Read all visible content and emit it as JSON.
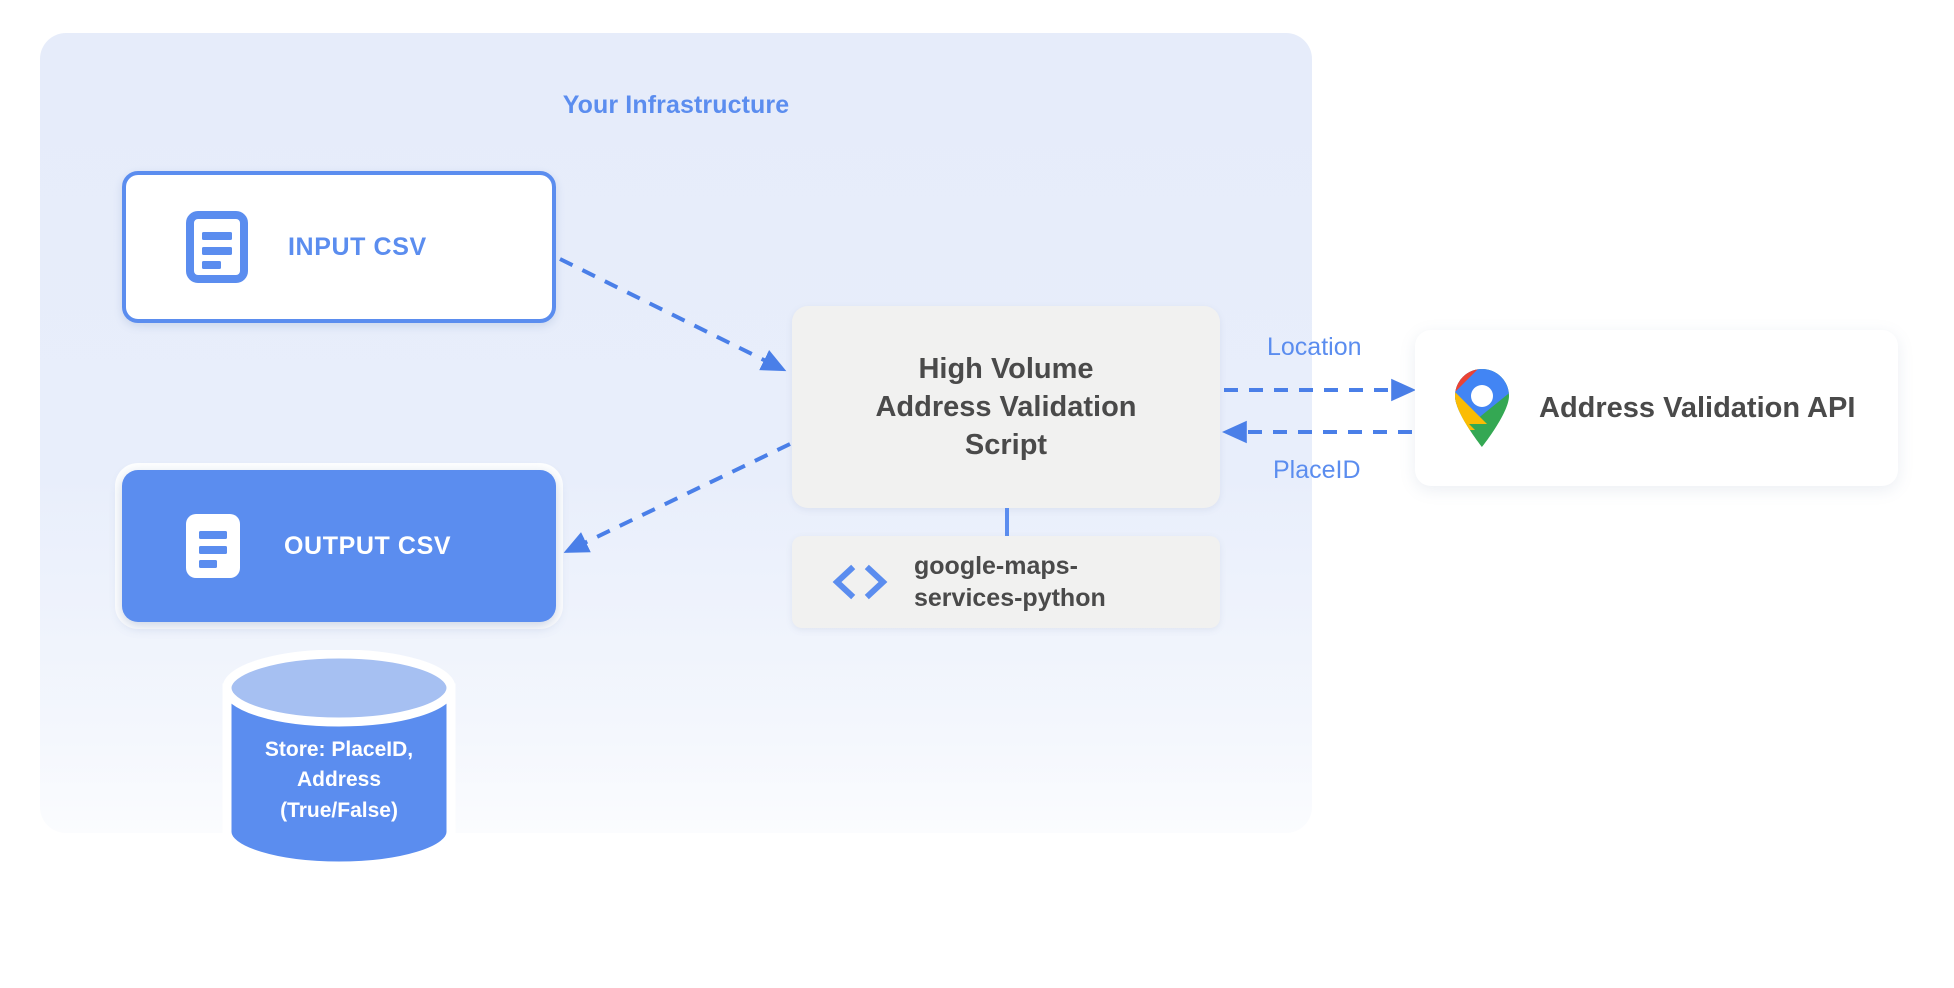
{
  "panel": {
    "title": "Your Infrastructure",
    "bg_gradient_from": "#e6ecfa",
    "bg_gradient_to": "#fbfcfe"
  },
  "colors": {
    "accent_blue": "#5b8def",
    "text_dark": "#4a4a4a",
    "card_gray": "#f1f1f0",
    "white": "#ffffff",
    "maps_blue": "#4285f4",
    "maps_red": "#ea4335",
    "maps_yellow": "#fbbc04",
    "maps_green": "#34a853"
  },
  "nodes": {
    "input_csv": {
      "label": "INPUT CSV",
      "icon": "document-icon"
    },
    "output_csv": {
      "label": "OUTPUT CSV",
      "icon": "document-icon"
    },
    "script": {
      "line1": "High Volume",
      "line2": "Address Validation",
      "line3": "Script"
    },
    "library": {
      "line1": "google-maps-",
      "line2": "services-python",
      "icon": "code-brackets-icon"
    },
    "api": {
      "label": "Address Validation API",
      "icon": "google-maps-pin-icon"
    },
    "database": {
      "line1": "Store: PlaceID,",
      "line2": "Address",
      "line3": "(True/False)"
    }
  },
  "edges": {
    "location_label": "Location",
    "placeid_label": "PlaceID"
  }
}
